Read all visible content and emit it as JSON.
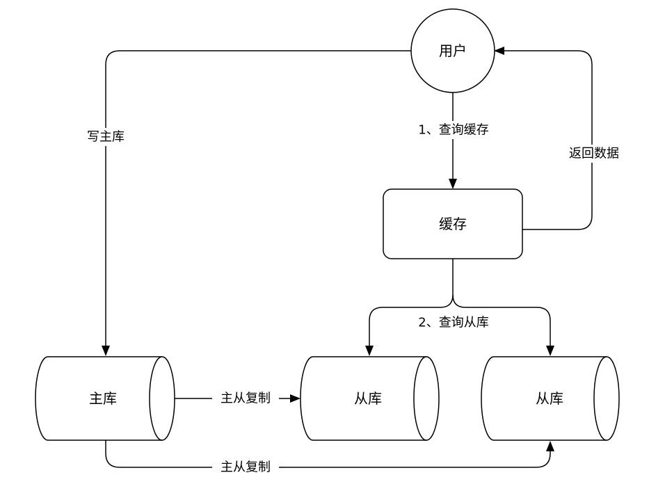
{
  "nodes": {
    "user": {
      "label": "用户"
    },
    "cache": {
      "label": "缓存"
    },
    "master_db": {
      "label": "主库"
    },
    "slave_db_1": {
      "label": "从库"
    },
    "slave_db_2": {
      "label": "从库"
    }
  },
  "edges": {
    "write_master": {
      "label": "写主库"
    },
    "query_cache": {
      "label": "1、查询缓存"
    },
    "return_data": {
      "label": "返回数据"
    },
    "query_slave": {
      "label": "2、查询从库"
    },
    "replication_1": {
      "label": "主从复制"
    },
    "replication_2": {
      "label": "主从复制"
    }
  },
  "colors": {
    "stroke": "#000000",
    "fill": "#ffffff",
    "text": "#000000"
  }
}
